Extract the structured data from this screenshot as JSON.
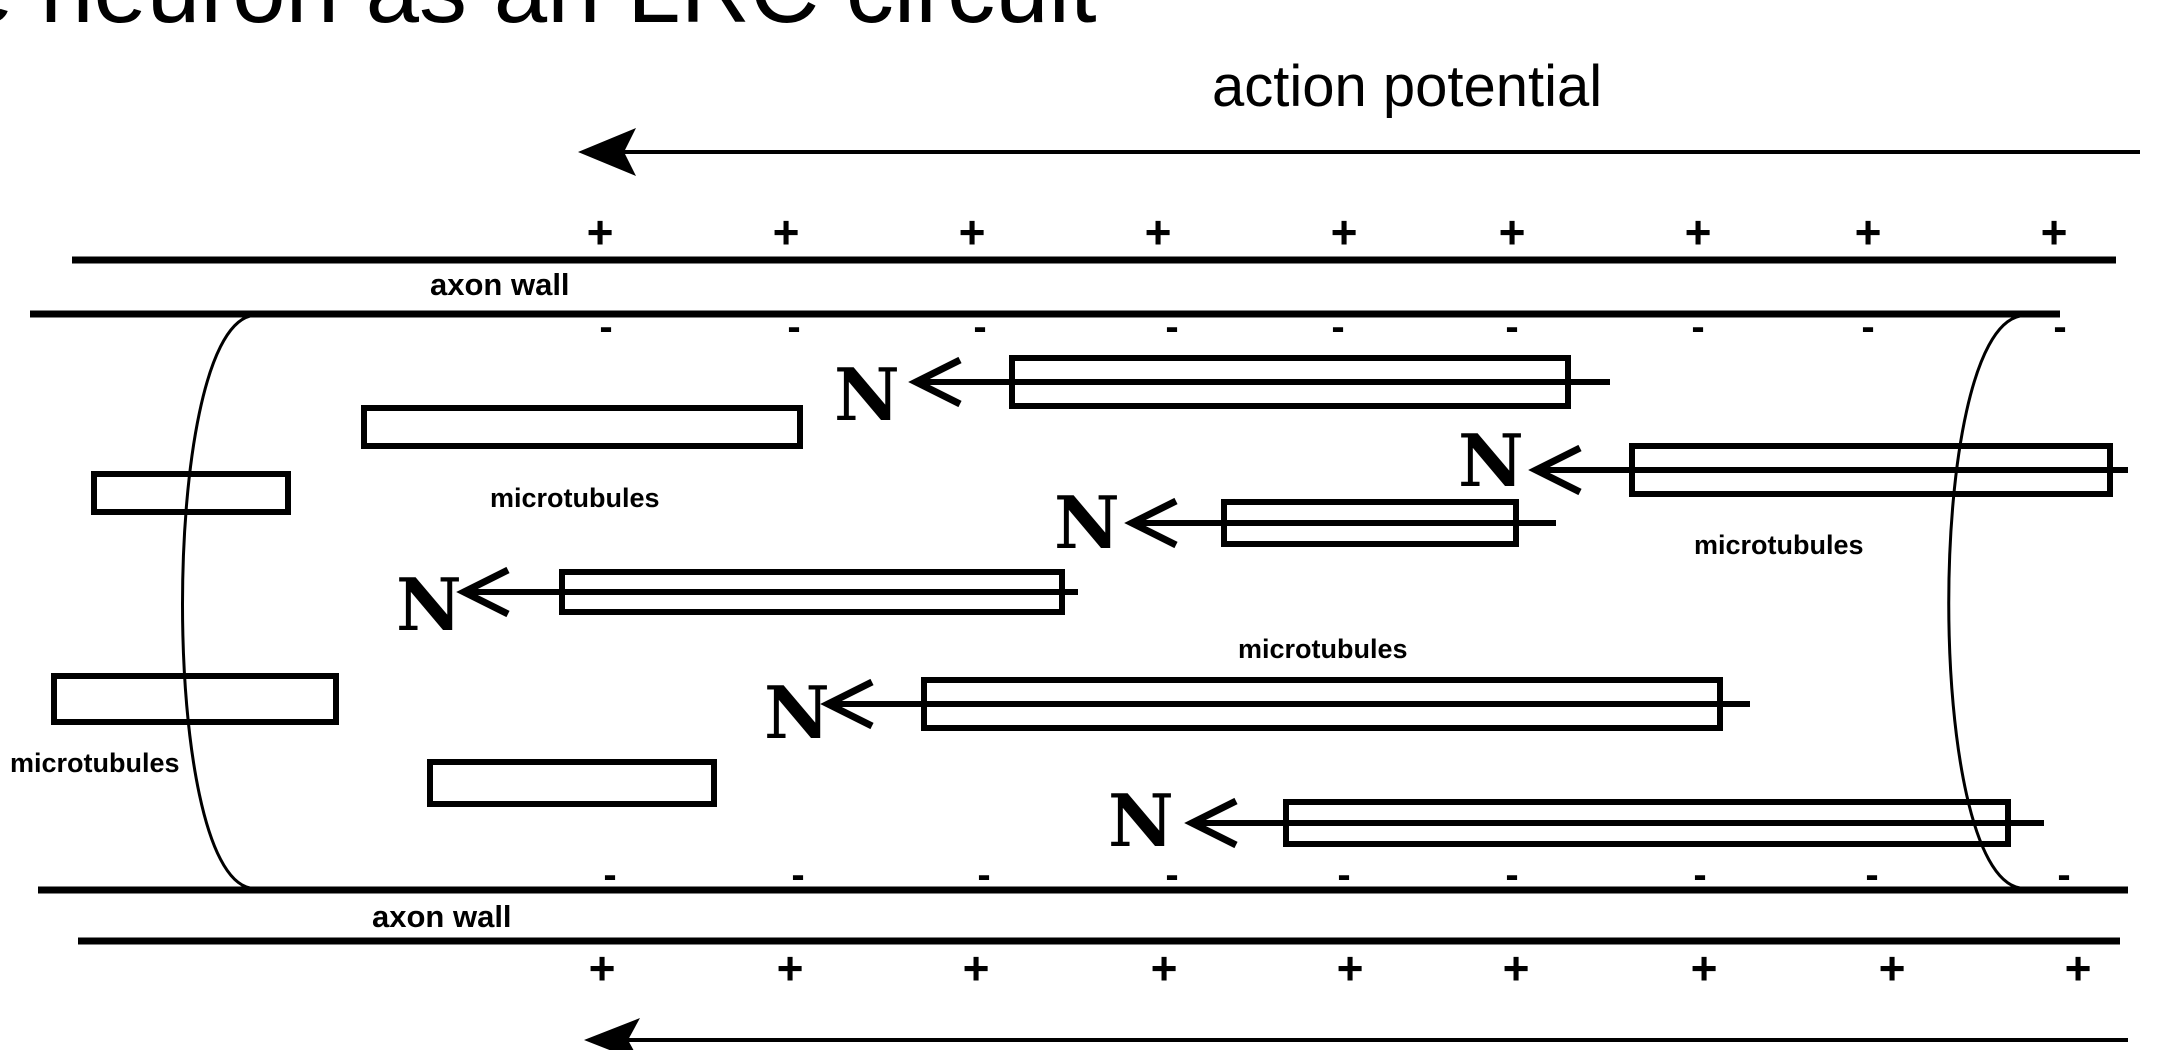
{
  "title": "e neuron as an LRC circuit",
  "action_potential_label": "action potential",
  "axon_wall_label": "axon wall",
  "microtubules_label": "microtubules",
  "north_pole_label": "N",
  "positive_charge": "+",
  "negative_charge": "-",
  "stroke_color": "#000000"
}
